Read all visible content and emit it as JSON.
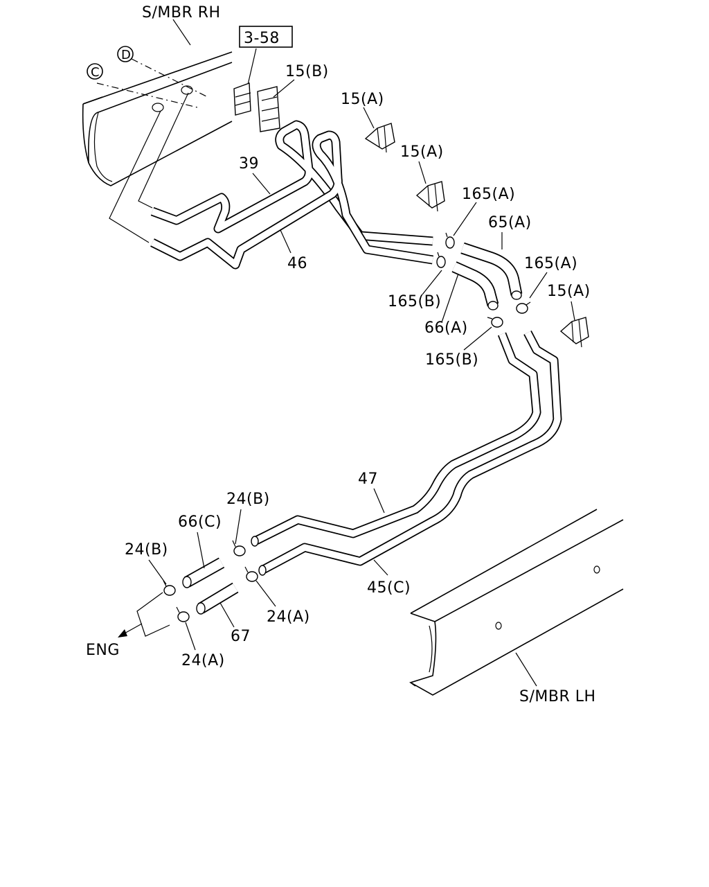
{
  "labels": {
    "smbr_rh": "S/MBR RH",
    "smbr_lh": "S/MBR LH",
    "ref_box": "3-58",
    "circle_c": "C",
    "circle_d": "D",
    "p15b": "15(B)",
    "p15a_1": "15(A)",
    "p15a_2": "15(A)",
    "p15a_3": "15(A)",
    "p39": "39",
    "p46": "46",
    "p165a_1": "165(A)",
    "p65a": "65(A)",
    "p165a_2": "165(A)",
    "p165b_1": "165(B)",
    "p66a": "66(A)",
    "p165b_2": "165(B)",
    "p47": "47",
    "p24b_1": "24(B)",
    "p66c": "66(C)",
    "p24b_2": "24(B)",
    "p45c": "45(C)",
    "p24a_1": "24(A)",
    "p67": "67",
    "p24a_2": "24(A)",
    "eng": "ENG"
  }
}
